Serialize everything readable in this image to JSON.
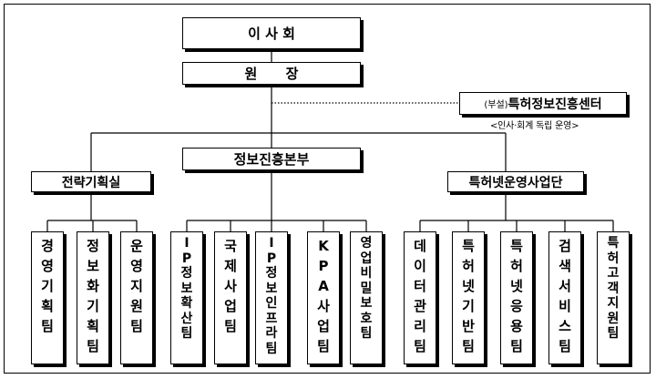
{
  "board": "이 사 회",
  "director": "원      장",
  "affiliate": {
    "prefix": "(부설)",
    "name": "특허정보진흥센터"
  },
  "affiliate_note": "<인사·회계 독립 운영>",
  "hq": "정보진흥본부",
  "divisions": {
    "strategy": "전략기획실",
    "patentnet": "특허넷운영사업단"
  },
  "teams": {
    "strategy": [
      "경영기획팀",
      "정보화기획팀",
      "운영지원팀"
    ],
    "hq": [
      "IP정보확산팀",
      "국제사업팀",
      "IP정보인프라팀",
      "KPA사업팀",
      "영업비밀보호팀"
    ],
    "patentnet": [
      "데이터관리팀",
      "특허넷기반팀",
      "특허넷응용팀",
      "검색서비스팀",
      "특허고객지원팀"
    ]
  }
}
